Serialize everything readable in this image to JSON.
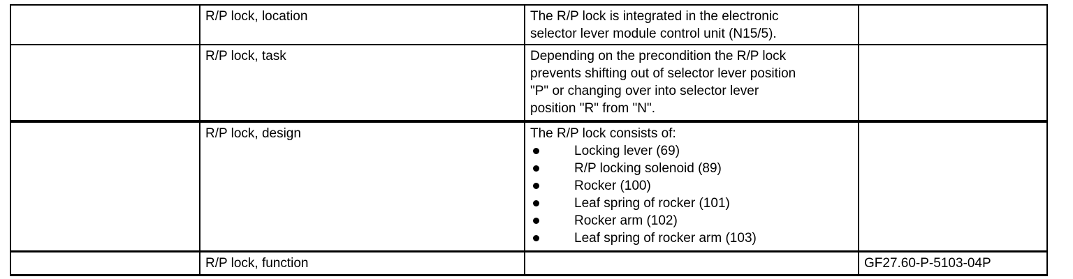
{
  "document": {
    "background_color": "#ffffff",
    "text_color": "#000000",
    "border_color": "#000000"
  },
  "table": {
    "rows": [
      {
        "label": "R/P lock, location",
        "description_lines": [
          "The R/P lock is integrated in the electronic",
          "selector lever module control unit (N15/5)."
        ],
        "code": ""
      },
      {
        "label": "R/P lock, task",
        "description_lines": [
          "Depending on the precondition the R/P lock",
          "prevents shifting out of selector lever position",
          "\"P\" or changing over into selector lever",
          "position \"R\" from \"N\"."
        ],
        "code": ""
      },
      {
        "label": "R/P lock, design",
        "description_intro": "The R/P lock consists of:",
        "bullet_items": [
          "Locking lever (69)",
          "R/P locking solenoid (89)",
          "Rocker (100)",
          "Leaf spring of rocker (101)",
          "Rocker arm (102)",
          "Leaf spring of rocker arm (103)"
        ],
        "code": ""
      },
      {
        "label": "R/P lock, function",
        "description_lines": [],
        "code": "GF27.60-P-5103-04P"
      }
    ]
  }
}
